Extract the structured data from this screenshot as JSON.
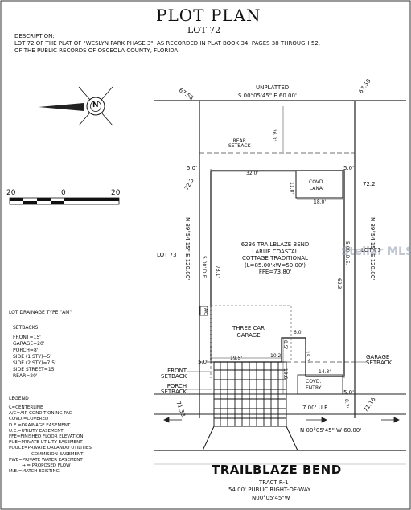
{
  "title": "PLOT PLAN",
  "lot_heading": "LOT 72",
  "description_label": "DESCRIPTION:",
  "description_line1": "LOT 72 OF THE PLAT OF \"WESLYN PARK PHASE 3\", AS RECORDED IN PLAT BOOK 34, PAGES 38 THROUGH 52,",
  "description_line2": "OF THE PUBLIC RECORDS OF OSCEOLA COUNTY, FLORIDA.",
  "scale_bar": {
    "left": "20",
    "center": "0",
    "right": "20"
  },
  "north_arrow_label": "N",
  "boundary": {
    "top_label": "UNPLATTED",
    "top_bearing": "S 00°05'45\" E  60.00'",
    "top_left_elev": "67.58",
    "top_right_elev": "67.59",
    "left_bearing": "N 89°54'15\" E  120.00'",
    "right_bearing": "N 89°54'15\" E  120.00'",
    "left_corner_elev": "72.3",
    "right_corner_elev": "72.2",
    "bottom_bearing": "N 00°05'45\" W  60.00'",
    "bottom_left_elev": "71.33",
    "bottom_right_elev": "71.16"
  },
  "neighbors": {
    "left": "LOT 73",
    "right": "LOT 71"
  },
  "setbacks_on_plan": {
    "rear": "REAR\nSETBACK",
    "rear_dim": "26.3'",
    "side_left": "5.0'",
    "side_right": "5.0'",
    "front_left": "5.0'",
    "front_right": "5.0'",
    "front_label": "FRONT\nSETBACK",
    "porch_label": "PORCH\nSETBACK",
    "garage_label": "GARAGE\nSETBACK"
  },
  "dimensions": {
    "width_32": "32.0'",
    "lanai_18": "18.0'",
    "lanai_11": "11.0'",
    "de_left": "5.00' D.E.",
    "de_right": "5.00' D.E.",
    "left_depth": "73.1'",
    "right_depth": "62.3'",
    "garage_6": "6.0'",
    "dim_195": "19.5'",
    "dim_102": "10.2'",
    "dim_85": "8.5'",
    "dim_143": "14.3'",
    "dim_157": "15.7'",
    "dim_196": "19.6'",
    "ue_7": "7.00' U.E.",
    "dim_87": "8.7'"
  },
  "house": {
    "address": "6236 TRAILBLAZE BEND",
    "model": "LARUE COASTAL",
    "style": "COTTAGE TRADITIONAL",
    "size": "(L=85.00'xW=50.00')",
    "ffe": "FFE=73.80'"
  },
  "lanai_label": "COVD.\nLANAI",
  "garage_label": "THREE CAR\nGARAGE",
  "entry_label": "COVD.\nENTRY",
  "ac_label": "A/C",
  "drainage_type": "LOT DRAINAGE TYPE \"AM\"",
  "setbacks_title": "SETBACKS",
  "setbacks_list": [
    "FRONT=15'",
    "GARAGE=20'",
    "PORCH=8'",
    "SIDE (1 STY)=5'",
    "SIDE (2 STY)=7.5'",
    "SIDE STREET=15'",
    "REAR=20'"
  ],
  "legend_title": "LEGEND",
  "legend_list": [
    "℄=CENTERLINE",
    "A/C=AIR CONDITIONING PAD",
    "COVD.=COVERED",
    "D.E.=DRAINAGE EASEMENT",
    "U.E.=UTILITY EASEMENT",
    "FFE=FINISHED FLOOR ELEVATION",
    "PUE=PRIVATE UTILITY EASEMENT",
    "POUCE=PRIVATE ORLANDO UTILITIES",
    "COMMISION EASEMENT",
    "PWE=PRIVATE WATER EASEMENT",
    "→ = PROPOSED FLOW",
    "M.E.=MATCH EXISTING"
  ],
  "street_name": "TRAILBLAZE BEND",
  "tract_label": "TRACT R-1",
  "row_label": "54.00' PUBLIC RIGHT-OF-WAY",
  "street_bearing": "N00°05'45\"W",
  "watermark": "Stellar MLS"
}
